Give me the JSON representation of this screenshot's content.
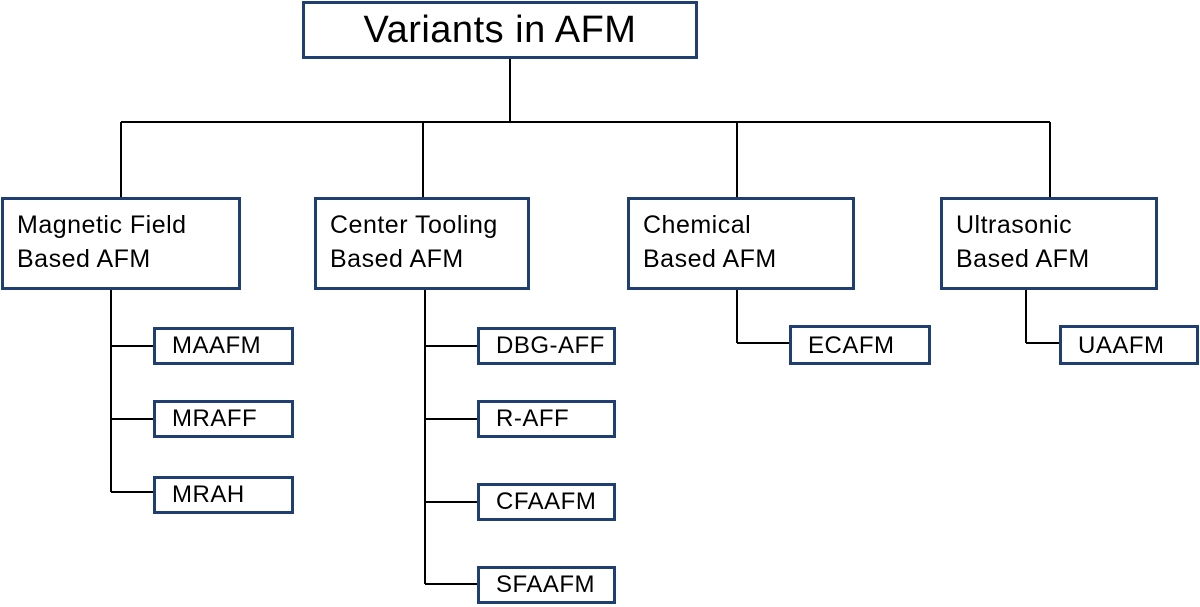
{
  "root": {
    "label": "Variants in AFM"
  },
  "categories": [
    {
      "line1": "Magnetic Field",
      "line2": "Based AFM",
      "children": [
        "MAAFM",
        "MRAFF",
        "MRAH"
      ]
    },
    {
      "line1": "Center Tooling",
      "line2": "Based AFM",
      "children": [
        "DBG-AFF",
        "R-AFF",
        "CFAAFM",
        "SFAAFM"
      ]
    },
    {
      "line1": "Chemical",
      "line2": "Based AFM",
      "children": [
        "ECAFM"
      ]
    },
    {
      "line1": "Ultrasonic",
      "line2": "Based AFM",
      "children": [
        "UAAFM"
      ]
    }
  ],
  "colors": {
    "box_border": "#1f3f73",
    "connector": "#000000"
  }
}
